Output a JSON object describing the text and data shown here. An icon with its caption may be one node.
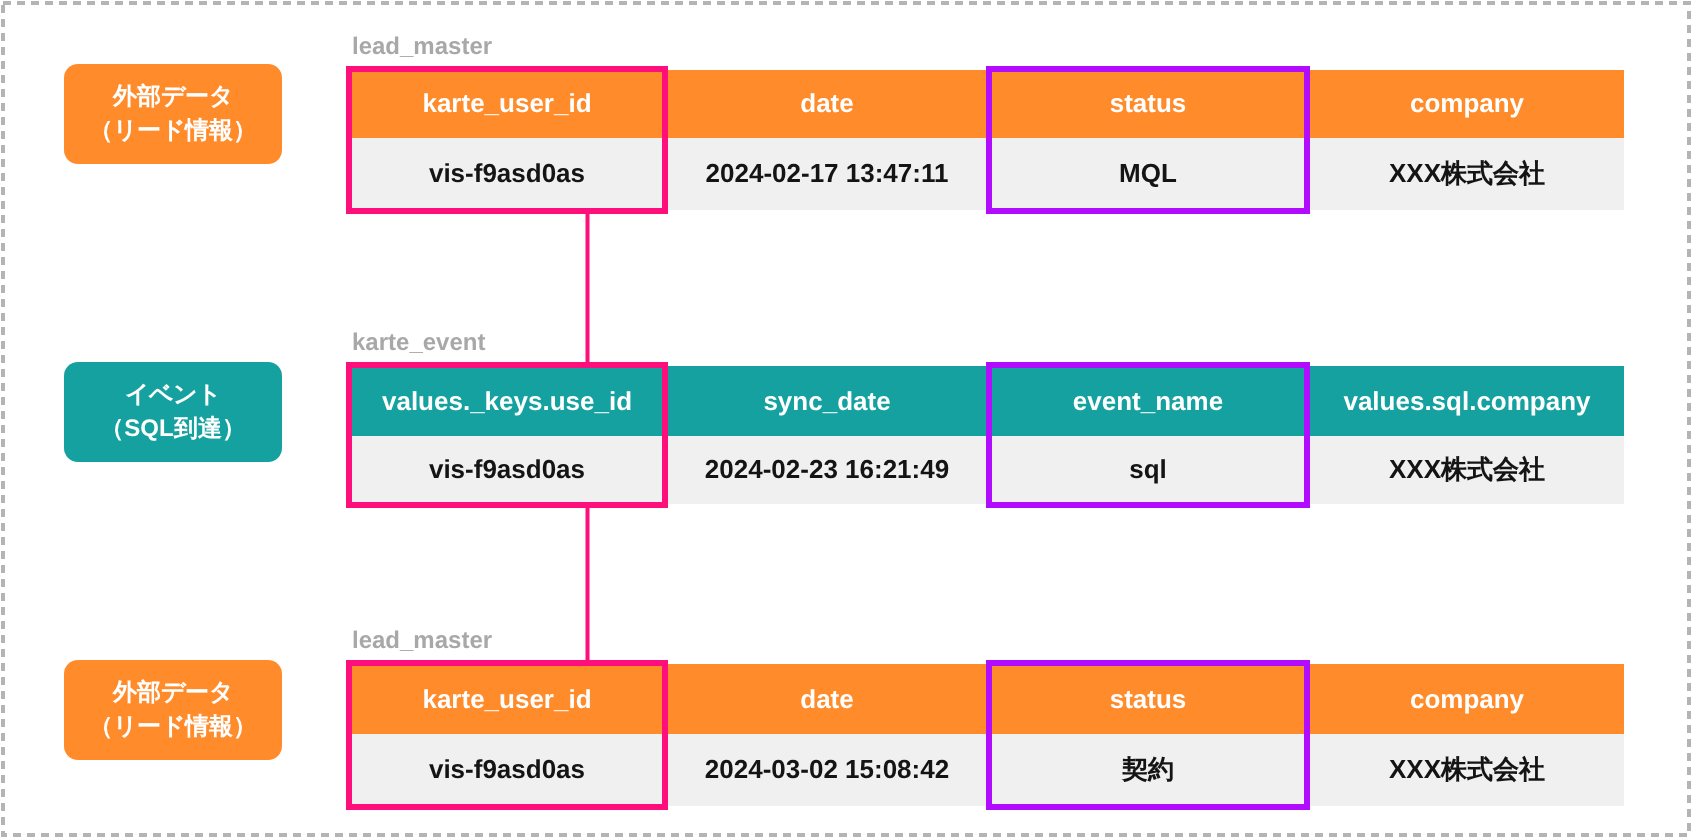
{
  "diagram": {
    "nodes": [
      {
        "text": [
          "外部データ（リード情報）"
        ]
      },
      {
        "text": [
          "lead_master"
        ]
      },
      {
        "text": [
          "karte_user_id",
          "vis-f9asd0as"
        ],
        "in": 1
      },
      {
        "text": [
          "date",
          "2024-02-17 13:47:11"
        ],
        "in": 1
      },
      {
        "text": [
          "status",
          "MQL"
        ],
        "in": 1
      },
      {
        "text": [
          "company",
          "XXX株式会社"
        ],
        "in": 1
      },
      {
        "text": [
          "イベント（SQL到達）"
        ]
      },
      {
        "text": [
          "karte_event"
        ]
      },
      {
        "text": [
          "values._keys.use_id",
          "vis-f9asd0as"
        ],
        "in": 7
      },
      {
        "text": [
          "sync_date",
          "2024-02-23 16:21:49"
        ],
        "in": 7
      },
      {
        "text": [
          "event_name",
          "sql"
        ],
        "in": 7
      },
      {
        "text": [
          "values.sql.company",
          "XXX株式会社"
        ],
        "in": 7
      },
      {
        "text": [
          "外部データ（リード情報）"
        ]
      },
      {
        "text": [
          "lead_master"
        ]
      },
      {
        "text": [
          "karte_user_id",
          "vis-f9asd0as"
        ],
        "in": 13
      },
      {
        "text": [
          "date",
          "2024-03-02 15:08:42"
        ],
        "in": 13
      },
      {
        "text": [
          "status",
          "契約"
        ],
        "in": 13
      },
      {
        "text": [
          "company",
          "XXX株式会社"
        ],
        "in": 13
      }
    ],
    "edges": [
      {
        "from": 2,
        "to": 8,
        "arrow": "none"
      },
      {
        "from": 8,
        "to": 14,
        "arrow": "none"
      }
    ]
  }
}
